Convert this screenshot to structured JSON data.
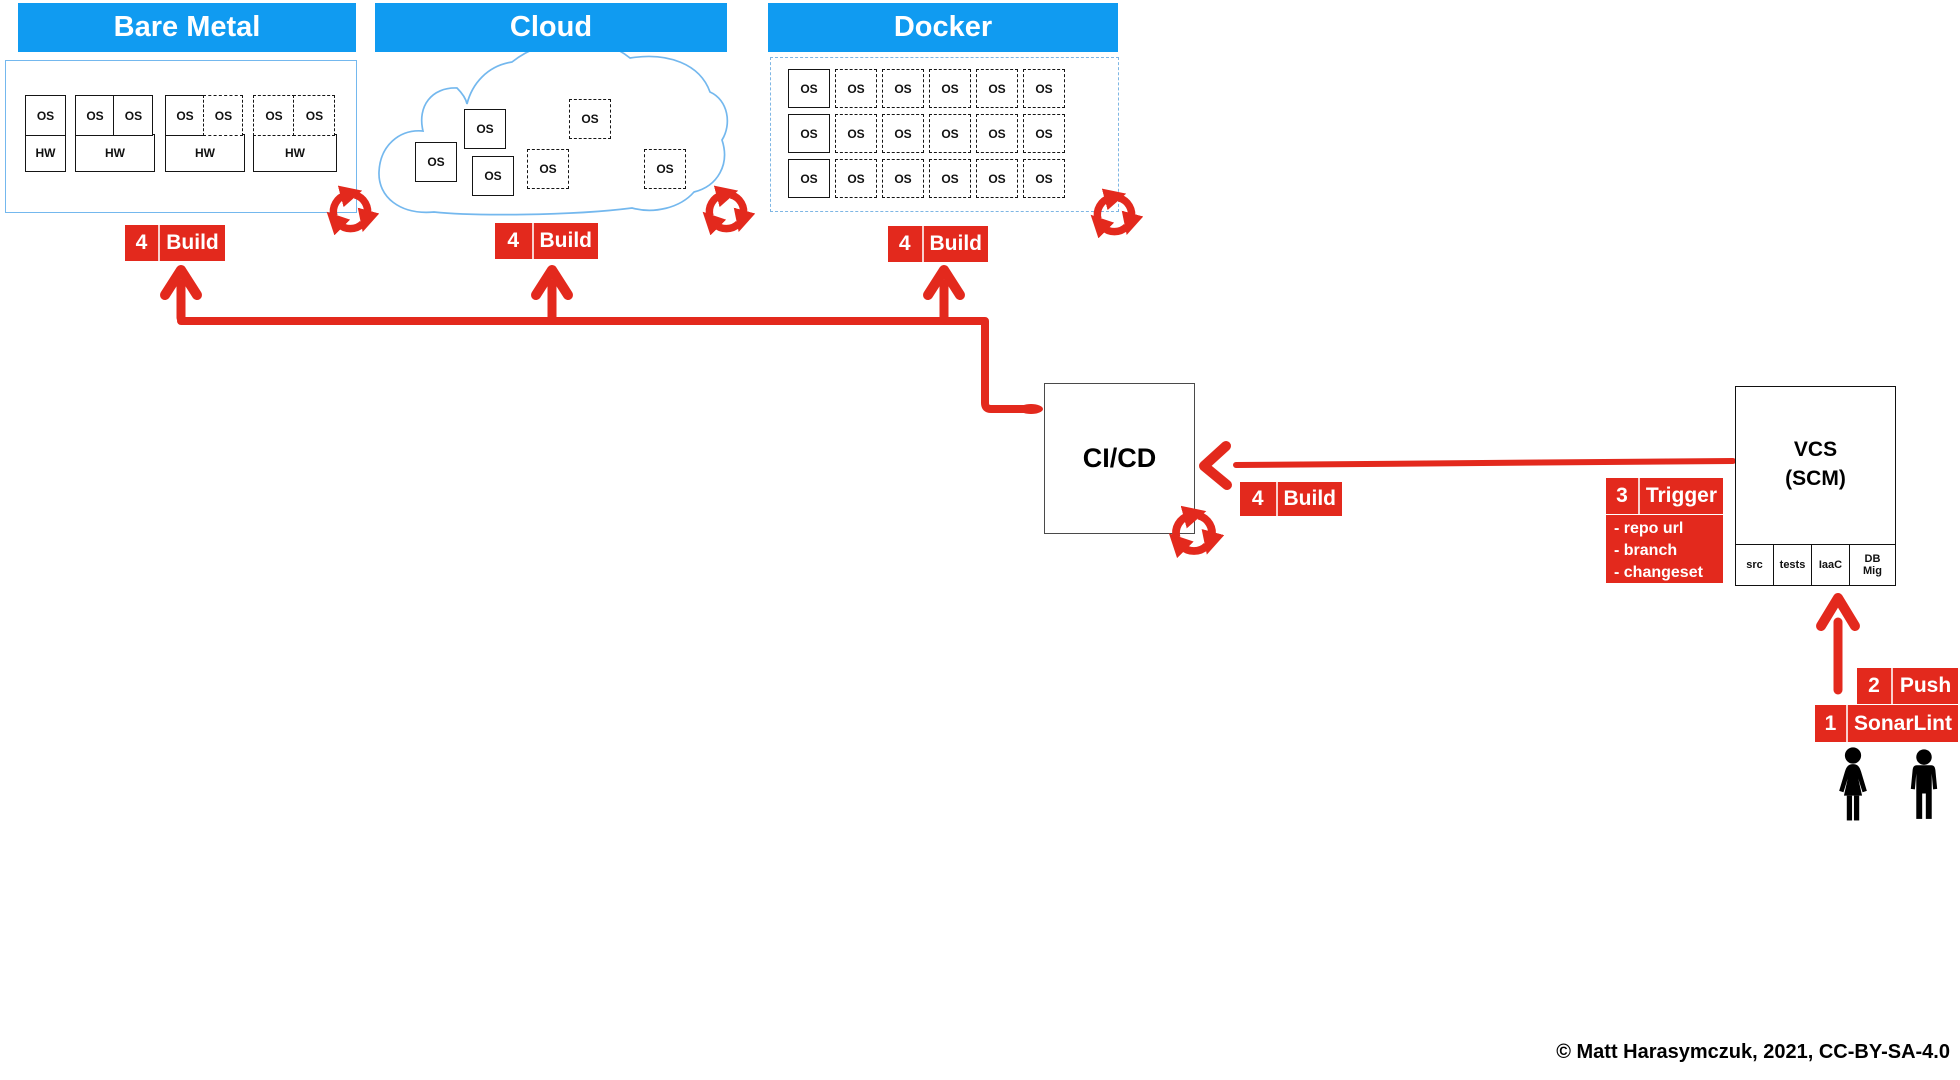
{
  "colors": {
    "header_blue": "#109BF1",
    "outline_light_blue": "#74B8EE",
    "accent_red": "#E3291D",
    "box_border_black": "#151515"
  },
  "sections": {
    "bare_metal": {
      "title": "Bare Metal"
    },
    "cloud": {
      "title": "Cloud"
    },
    "docker": {
      "title": "Docker"
    }
  },
  "box_labels": {
    "os": "OS",
    "hw": "HW"
  },
  "cicd": {
    "label": "CI/CD"
  },
  "vcs": {
    "title": "VCS",
    "subtitle": "(SCM)",
    "compartments": [
      "src",
      "tests",
      "IaaC",
      "DB Mig"
    ]
  },
  "steps": {
    "build": {
      "num": "4",
      "label": "Build"
    },
    "trigger": {
      "num": "3",
      "label": "Trigger",
      "details": [
        "- repo url",
        "- branch",
        "- changeset"
      ]
    },
    "push": {
      "num": "2",
      "label": "Push"
    },
    "sonarlint": {
      "num": "1",
      "label": "SonarLint"
    }
  },
  "icons": {
    "recycle": "circular-refresh-arrows",
    "woman": "woman-silhouette",
    "man": "man-silhouette",
    "arrow": "hand-drawn-red-arrow"
  },
  "copyright": "© Matt Harasymczuk, 2021, CC-BY-SA-4.0"
}
